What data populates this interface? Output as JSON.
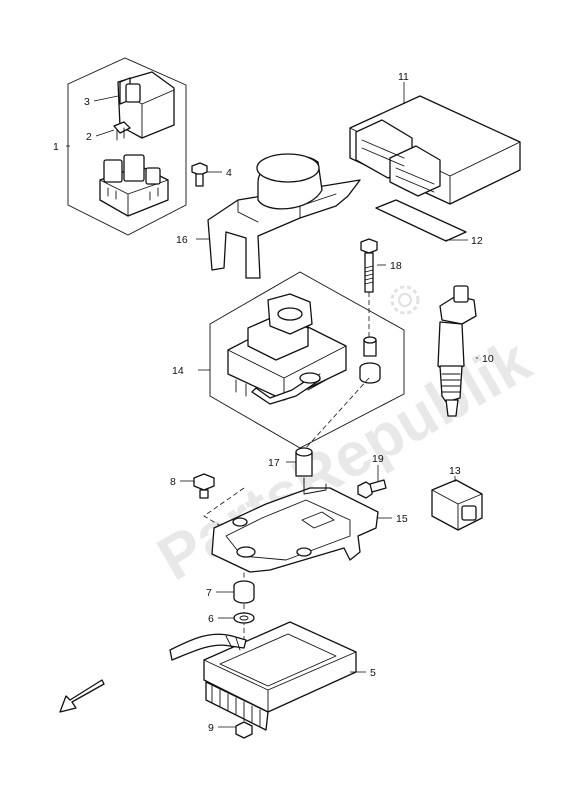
{
  "watermark": {
    "text": "PartsRepublik",
    "color": "#d6d6d6"
  },
  "direction_arrow": {
    "icon": "front-direction-arrow-icon"
  },
  "parts": [
    {
      "number": "1",
      "name": "starter-relay-assembly"
    },
    {
      "number": "2",
      "name": "fuse"
    },
    {
      "number": "3",
      "name": "relay-cover"
    },
    {
      "number": "4",
      "name": "bolt"
    },
    {
      "number": "5",
      "name": "regulator-rectifier"
    },
    {
      "number": "6",
      "name": "washer"
    },
    {
      "number": "7",
      "name": "cushion"
    },
    {
      "number": "8",
      "name": "bolt"
    },
    {
      "number": "9",
      "name": "nut"
    },
    {
      "number": "10",
      "name": "ignition-coil"
    },
    {
      "number": "11",
      "name": "ecm"
    },
    {
      "number": "12",
      "name": "pad"
    },
    {
      "number": "13",
      "name": "sensor"
    },
    {
      "number": "14",
      "name": "tip-over-sensor-assembly"
    },
    {
      "number": "15",
      "name": "bracket"
    },
    {
      "number": "16",
      "name": "ecm-holder"
    },
    {
      "number": "17",
      "name": "spacer"
    },
    {
      "number": "18",
      "name": "bolt"
    },
    {
      "number": "19",
      "name": "bolt"
    }
  ]
}
